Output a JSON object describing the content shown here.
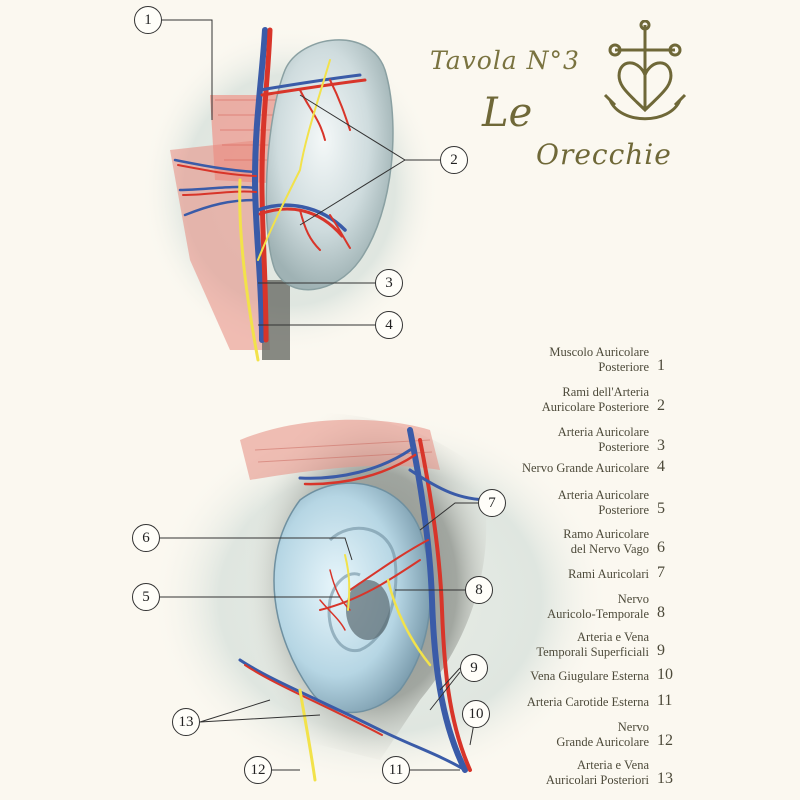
{
  "title": {
    "line1": "Tavola N°3",
    "line2": "Le",
    "line3": "Orecchie"
  },
  "callouts_top": [
    "1",
    "2",
    "3",
    "4"
  ],
  "callouts_bottom": [
    "5",
    "6",
    "7",
    "8",
    "9",
    "10",
    "11",
    "12",
    "13"
  ],
  "legend": [
    {
      "label": "Muscolo Auricolare\nPosteriore",
      "num": "1"
    },
    {
      "label": "Rami dell'Arteria\nAuricolare Posteriore",
      "num": "2"
    },
    {
      "label": "Arteria Auricolare\nPosteriore",
      "num": "3"
    },
    {
      "label": "Nervo Grande Auricolare",
      "num": "4"
    },
    {
      "label": "Arteria Auricolare\nPosteriore",
      "num": "5"
    },
    {
      "label": "Ramo Auricolare\ndel Nervo Vago",
      "num": "6"
    },
    {
      "label": "Rami Auricolari",
      "num": "7"
    },
    {
      "label": "Nervo\nAuricolo-Temporale",
      "num": "8"
    },
    {
      "label": "Arteria e Vena\nTemporali Superficiali",
      "num": "9"
    },
    {
      "label": "Vena Giugulare Esterna",
      "num": "10"
    },
    {
      "label": "Arteria Carotide Esterna",
      "num": "11"
    },
    {
      "label": "Nervo\nGrande Auricolare",
      "num": "12"
    },
    {
      "label": "Arteria e Vena\nAuricolari Posteriori",
      "num": "13"
    }
  ],
  "colors": {
    "artery": "#d8352a",
    "vein": "#3a5ba8",
    "nerve": "#f2e24a",
    "muscle": "#e8968a",
    "ear": "#c9dde4",
    "title": "#6f6838"
  }
}
